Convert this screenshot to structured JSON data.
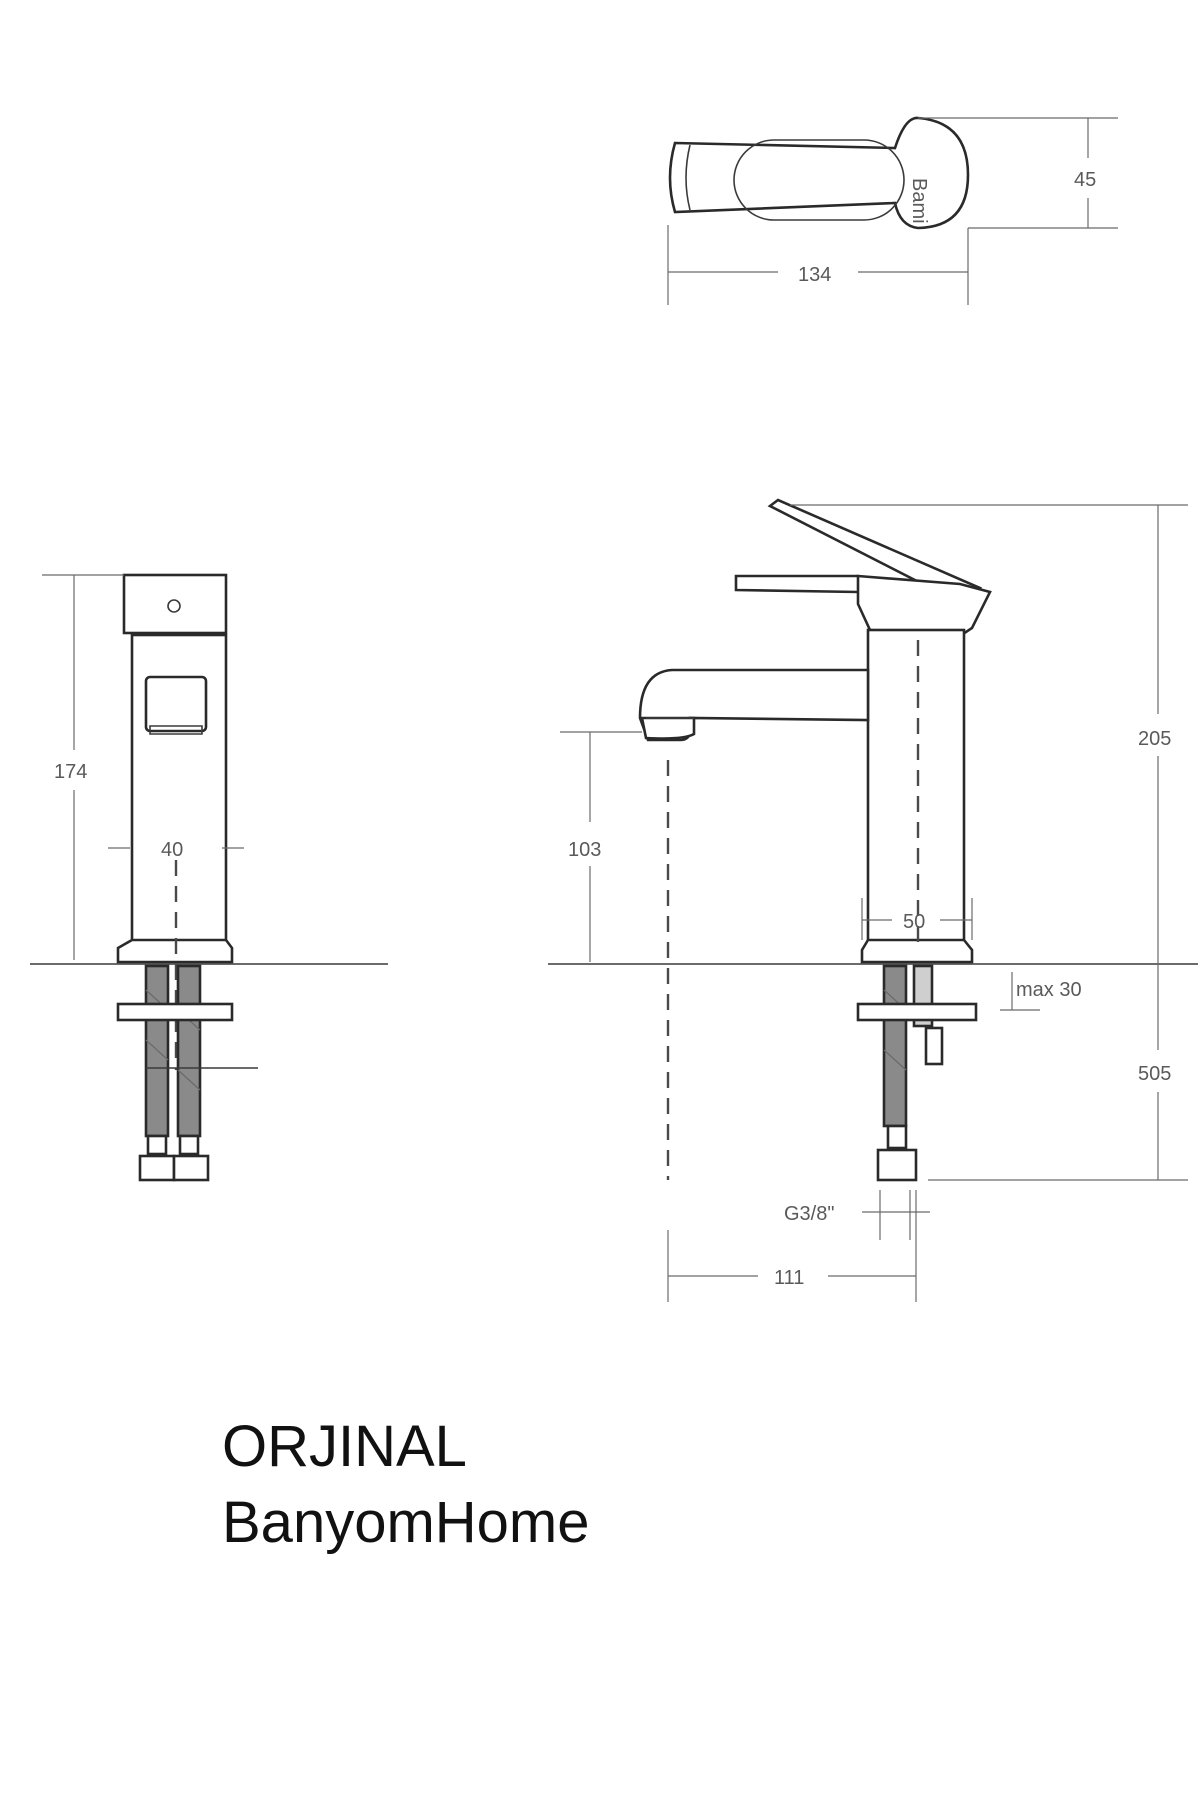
{
  "dimensions": {
    "top_length": "134",
    "top_height": "45",
    "side_height": "174",
    "side_width": "40",
    "spout_height": "103",
    "total_height": "205",
    "base_width": "50",
    "max_deck": "max 30",
    "hose_length": "505",
    "thread": "G3/8\"",
    "reach": "111"
  },
  "caption": {
    "line1": "ORJINAL",
    "line2": "BanyomHome"
  }
}
